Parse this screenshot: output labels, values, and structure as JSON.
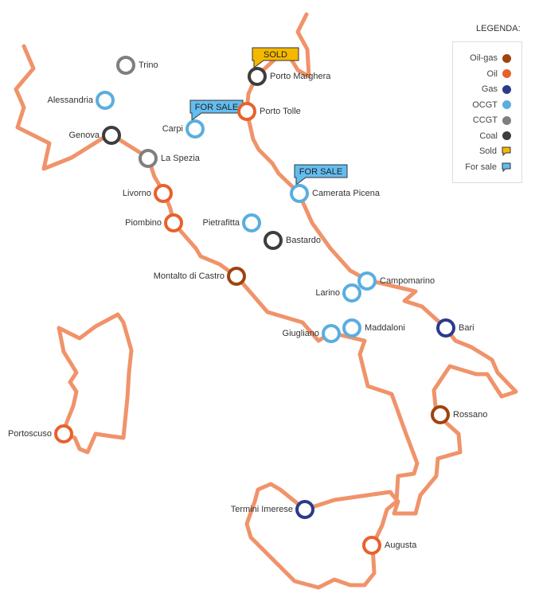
{
  "legend": {
    "title": "LEGENDA:",
    "items": [
      {
        "label": "Oil-gas",
        "color": "#a0430f",
        "kind": "dot"
      },
      {
        "label": "Oil",
        "color": "#e8612c",
        "kind": "dot"
      },
      {
        "label": "Gas",
        "color": "#2c3a8c",
        "kind": "dot"
      },
      {
        "label": "OCGT",
        "color": "#5aaee0",
        "kind": "dot"
      },
      {
        "label": "CCGT",
        "color": "#7f7f7f",
        "kind": "dot"
      },
      {
        "label": "Coal",
        "color": "#3d3d3d",
        "kind": "dot"
      },
      {
        "label": "Sold",
        "color": "#f5b800",
        "kind": "flag"
      },
      {
        "label": "For sale",
        "color": "#63bdf0",
        "kind": "flag"
      }
    ]
  },
  "tags": {
    "sold": "SOLD",
    "for_sale": "FOR SALE"
  },
  "plants": [
    {
      "name": "Trino",
      "type": "CCGT"
    },
    {
      "name": "Alessandria",
      "type": "OCGT"
    },
    {
      "name": "Genova",
      "type": "Coal"
    },
    {
      "name": "Carpi",
      "type": "OCGT",
      "status": "For sale"
    },
    {
      "name": "La Spezia",
      "type": "CCGT"
    },
    {
      "name": "Livorno",
      "type": "Oil"
    },
    {
      "name": "Piombino",
      "type": "Oil"
    },
    {
      "name": "Pietrafitta",
      "type": "OCGT"
    },
    {
      "name": "Bastardo",
      "type": "Coal"
    },
    {
      "name": "Montalto di Castro",
      "type": "Oil-gas"
    },
    {
      "name": "Porto Marghera",
      "type": "Coal",
      "status": "Sold"
    },
    {
      "name": "Porto Tolle",
      "type": "Oil"
    },
    {
      "name": "Camerata Picena",
      "type": "OCGT",
      "status": "For sale"
    },
    {
      "name": "Campomarino",
      "type": "OCGT"
    },
    {
      "name": "Larino",
      "type": "OCGT"
    },
    {
      "name": "Maddaloni",
      "type": "OCGT"
    },
    {
      "name": "Giugliano",
      "type": "OCGT"
    },
    {
      "name": "Bari",
      "type": "Gas"
    },
    {
      "name": "Rossano",
      "type": "Oil-gas"
    },
    {
      "name": "Portoscuso",
      "type": "Oil"
    },
    {
      "name": "Termini Imerese",
      "type": "Gas"
    },
    {
      "name": "Augusta",
      "type": "Oil"
    }
  ]
}
